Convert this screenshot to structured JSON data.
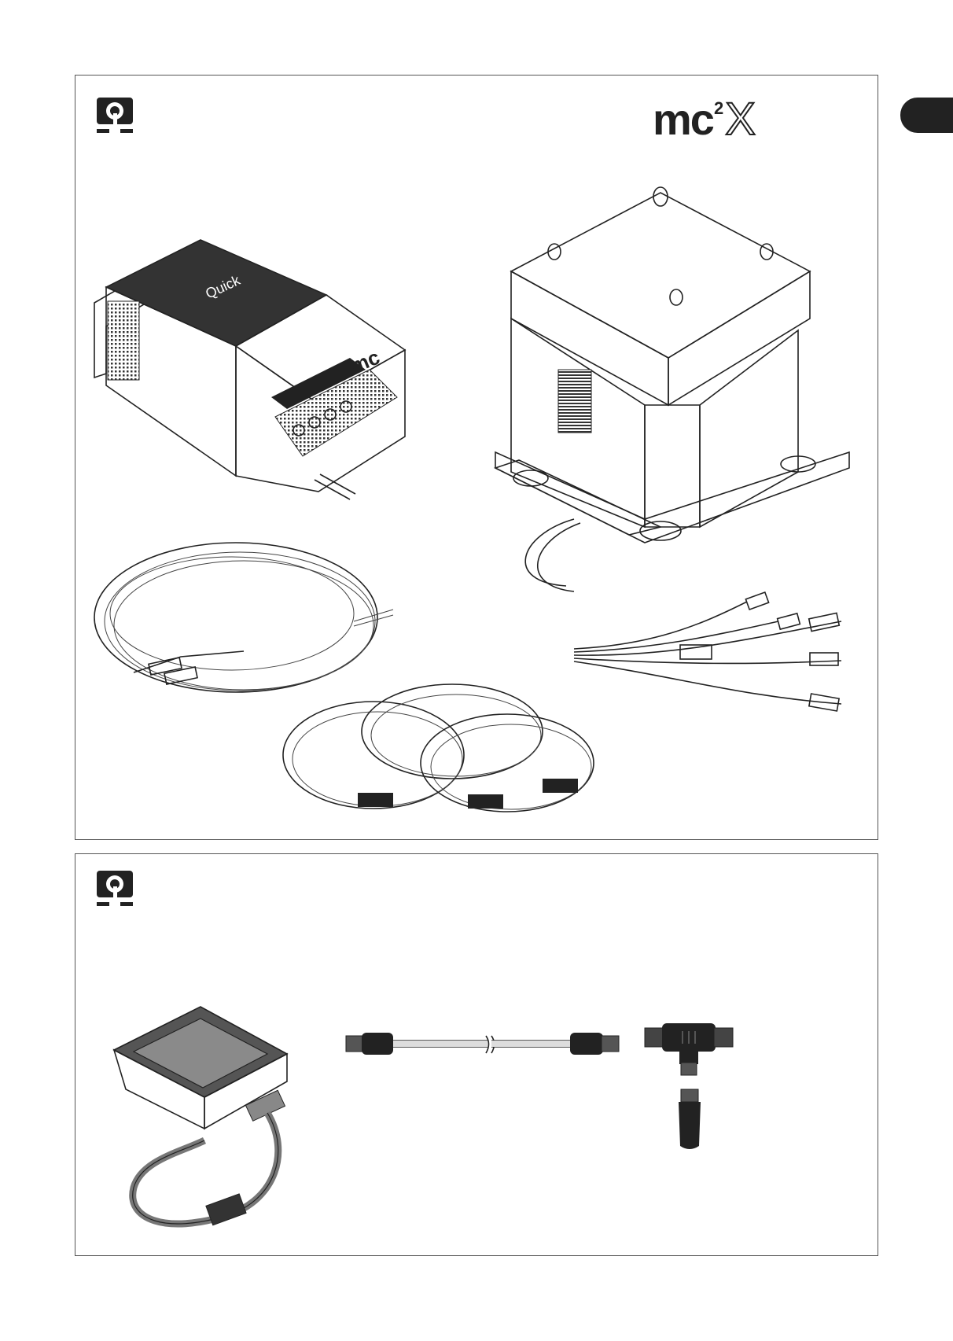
{
  "brand": {
    "product_name": "mc",
    "product_sup": "2",
    "product_x": "X"
  },
  "panels": [
    {
      "id": "top",
      "contents": [
        "inverter",
        "cable-bundle",
        "gyro-stabilizer",
        "connector-cables"
      ]
    },
    {
      "id": "bottom",
      "contents": [
        "touch-display",
        "extension-cable",
        "t-connector",
        "terminator"
      ]
    }
  ],
  "colors": {
    "ink": "#222222",
    "tab": "#222222",
    "border": "#555555"
  },
  "icons": [
    "quick-logo-icon",
    "quick-logo-icon",
    "language-tab"
  ]
}
